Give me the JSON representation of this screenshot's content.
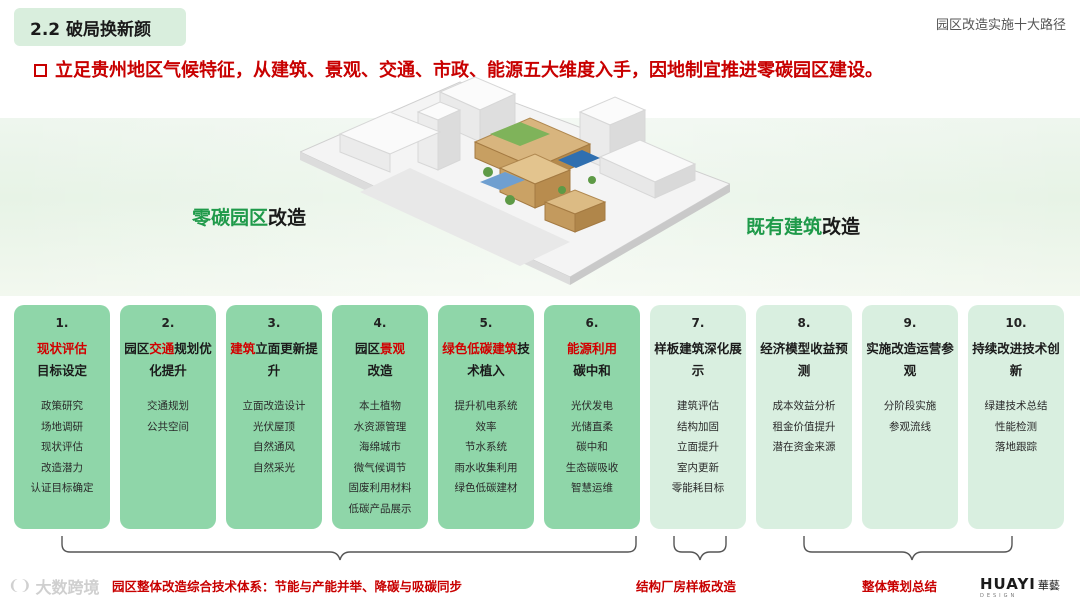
{
  "header": {
    "section_title": "2.2 破局换新颜",
    "top_right": "园区改造实施十大路径",
    "headline": "立足贵州地区气候特征，从建筑、景观、交通、市政、能源五大维度入手，因地制宜推进零碳园区建设。"
  },
  "hero": {
    "left_label_green": "零碳园区",
    "left_label_rest": "改造",
    "right_label_green": "既有建筑",
    "right_label_rest": "改造"
  },
  "cards": [
    {
      "num": "1.",
      "title_red": "现状评估",
      "title_rest": "目标设定",
      "items": [
        "政策研究",
        "场地调研",
        "现状评估",
        "改造潜力",
        "认证目标确定"
      ]
    },
    {
      "num": "2.",
      "title_pre": "园区",
      "title_red": "交通",
      "title_rest": "规划优化提升",
      "items": [
        "交通规划",
        "公共空间"
      ]
    },
    {
      "num": "3.",
      "title_red": "建筑",
      "title_rest": "立面更新提升",
      "items": [
        "立面改造设计",
        "光伏屋顶",
        "自然通风",
        "自然采光"
      ]
    },
    {
      "num": "4.",
      "title_pre": "园区",
      "title_red": "景观",
      "title_rest": "改造",
      "items": [
        "本土植物",
        "水资源管理",
        "海绵城市",
        "微气候调节",
        "固废利用材料",
        "低碳产品展示"
      ]
    },
    {
      "num": "5.",
      "title_red": "绿色低碳建筑",
      "title_rest": "技术植入",
      "items": [
        "提升机电系统",
        "效率",
        "节水系统",
        "雨水收集利用",
        "绿色低碳建材"
      ]
    },
    {
      "num": "6.",
      "title_red": "能源利用",
      "title_rest": "碳中和",
      "items": [
        "光伏发电",
        "光储直柔",
        "碳中和",
        "生态碳吸收",
        "智慧运维"
      ]
    },
    {
      "num": "7.",
      "title_rest": "样板建筑深化展示",
      "items": [
        "建筑评估",
        "结构加固",
        "立面提升",
        "室内更新",
        "零能耗目标"
      ]
    },
    {
      "num": "8.",
      "title_rest": "经济模型收益预测",
      "items": [
        "成本效益分析",
        "租金价值提升",
        "潜在资金来源"
      ]
    },
    {
      "num": "9.",
      "title_rest": "实施改造运营参观",
      "items": [
        "分阶段实施",
        "参观流线"
      ]
    },
    {
      "num": "10.",
      "title_rest": "持续改进技术创新",
      "items": [
        "绿建技术总结",
        "性能检测",
        "落地跟踪"
      ]
    }
  ],
  "bottom": {
    "group1": "园区整体改造综合技术体系：节能与产能并举、降碳与吸碳同步",
    "group2": "结构厂房样板改造",
    "group3": "整体策划总结"
  },
  "watermark": "大数跨境",
  "logo": {
    "brand": "HUAYI",
    "cn": "華藝",
    "sub": "DESIGN"
  },
  "colors": {
    "accent_red": "#c80000",
    "card_dark": "#8fd6a9",
    "card_light": "#d9efe0",
    "green_text": "#1f9a4a"
  }
}
